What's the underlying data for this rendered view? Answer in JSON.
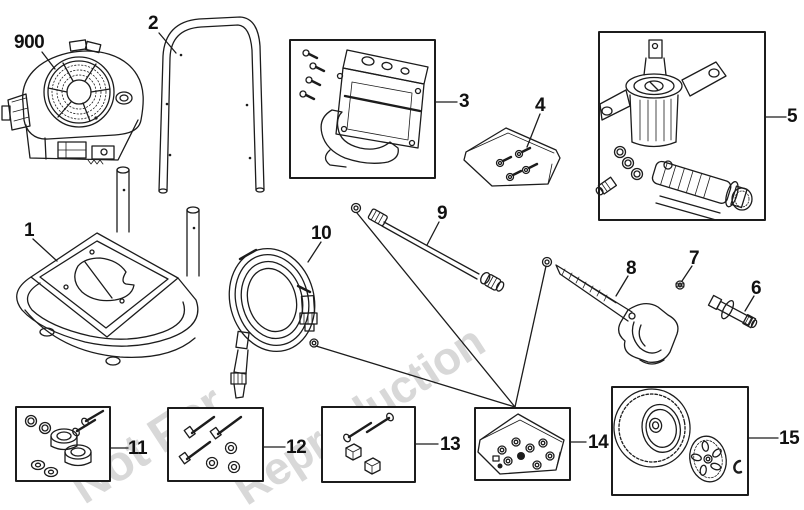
{
  "diagram_type": "exploded-parts-diagram",
  "colors": {
    "background": "#ffffff",
    "line": "#1c1c1c",
    "watermark": "#d8d8d8",
    "label": "#111111"
  },
  "watermark": {
    "text": "Not For Reproduction",
    "fragments": [
      "Not For",
      "Reproduction"
    ]
  },
  "callouts": [
    {
      "label": "900",
      "part": "engine"
    },
    {
      "label": "1",
      "part": "cart-frame"
    },
    {
      "label": "2",
      "part": "handle"
    },
    {
      "label": "3",
      "part": "panel-bracket-kit"
    },
    {
      "label": "4",
      "part": "fastener-bag"
    },
    {
      "label": "5",
      "part": "pump-assembly"
    },
    {
      "label": "6",
      "part": "axle-bolt"
    },
    {
      "label": "7",
      "part": "nut"
    },
    {
      "label": "8",
      "part": "spray-gun"
    },
    {
      "label": "9",
      "part": "wand"
    },
    {
      "label": "10",
      "part": "high-pressure-hose"
    },
    {
      "label": "11",
      "part": "isolator-hardware-kit"
    },
    {
      "label": "12",
      "part": "bolt-nut-kit"
    },
    {
      "label": "13",
      "part": "bolt-nut-kit"
    },
    {
      "label": "14",
      "part": "seal-kit-bag"
    },
    {
      "label": "15",
      "part": "wheel-kit"
    }
  ]
}
